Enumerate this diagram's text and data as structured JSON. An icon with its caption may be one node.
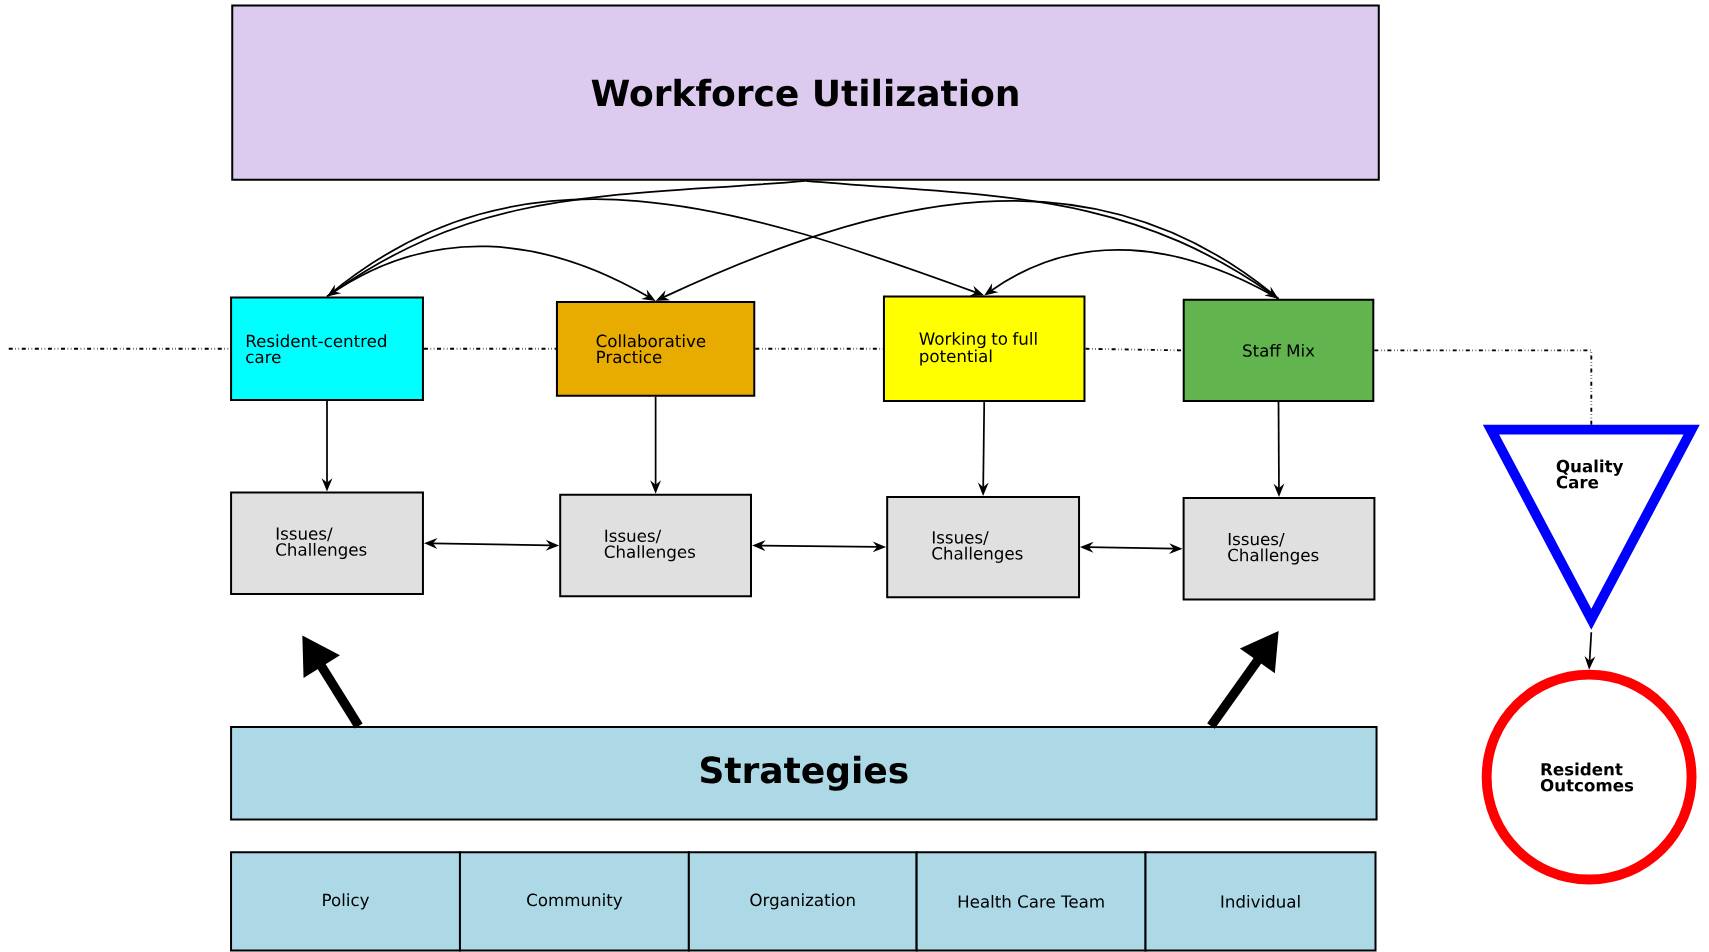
{
  "diagram": {
    "nodes": [
      {
        "text": [
          "Workforce Utilization"
        ]
      },
      {
        "text": [
          "Resident-centred care"
        ]
      },
      {
        "text": [
          "Collaborative Practice"
        ]
      },
      {
        "text": [
          "Working to full potential"
        ]
      },
      {
        "text": [
          "Staff Mix"
        ]
      },
      {
        "text": [
          "Issues/ Challenges"
        ]
      },
      {
        "text": [
          "Issues/ Challenges"
        ]
      },
      {
        "text": [
          "Issues/ Challenges"
        ]
      },
      {
        "text": [
          "Issues/ Challenges"
        ]
      },
      {
        "text": [
          "Strategies"
        ]
      },
      {
        "text": [
          "Policy"
        ]
      },
      {
        "text": [
          "Community"
        ]
      },
      {
        "text": [
          "Organization"
        ]
      },
      {
        "text": [
          "Health Care Team"
        ]
      },
      {
        "text": [
          "Individual"
        ]
      },
      {
        "text": [
          "Quality Care"
        ]
      },
      {
        "text": [
          "Resident Outcomes"
        ]
      }
    ],
    "edges": [
      {
        "from": 0,
        "to": 1,
        "arrow": "to"
      },
      {
        "from": 0,
        "to": 4,
        "arrow": "to"
      },
      {
        "from": 1,
        "to": 2,
        "arrow": "to"
      },
      {
        "from": 1,
        "to": 3,
        "arrow": "to"
      },
      {
        "from": 4,
        "to": 2,
        "arrow": "to"
      },
      {
        "from": 4,
        "to": 3,
        "arrow": "to"
      },
      {
        "from": null,
        "to": 1,
        "arrow": "none",
        "style": "dashed"
      },
      {
        "from": 1,
        "to": 2,
        "arrow": "none",
        "style": "dashed"
      },
      {
        "from": 2,
        "to": 3,
        "arrow": "none",
        "style": "dashed"
      },
      {
        "from": 3,
        "to": 4,
        "arrow": "none",
        "style": "dashed"
      },
      {
        "from": 4,
        "to": 15,
        "arrow": "none",
        "style": "dashed"
      },
      {
        "from": 1,
        "to": 5,
        "arrow": "to"
      },
      {
        "from": 2,
        "to": 6,
        "arrow": "to"
      },
      {
        "from": 3,
        "to": 7,
        "arrow": "to"
      },
      {
        "from": 4,
        "to": 8,
        "arrow": "to"
      },
      {
        "from": 5,
        "to": 6,
        "arrow": "both"
      },
      {
        "from": 6,
        "to": 7,
        "arrow": "both"
      },
      {
        "from": 7,
        "to": 8,
        "arrow": "both"
      },
      {
        "from": 9,
        "to": 5,
        "arrow": "to",
        "style": "thick"
      },
      {
        "from": 9,
        "to": 8,
        "arrow": "to",
        "style": "thick"
      },
      {
        "from": 15,
        "to": 16,
        "arrow": "to"
      }
    ]
  }
}
